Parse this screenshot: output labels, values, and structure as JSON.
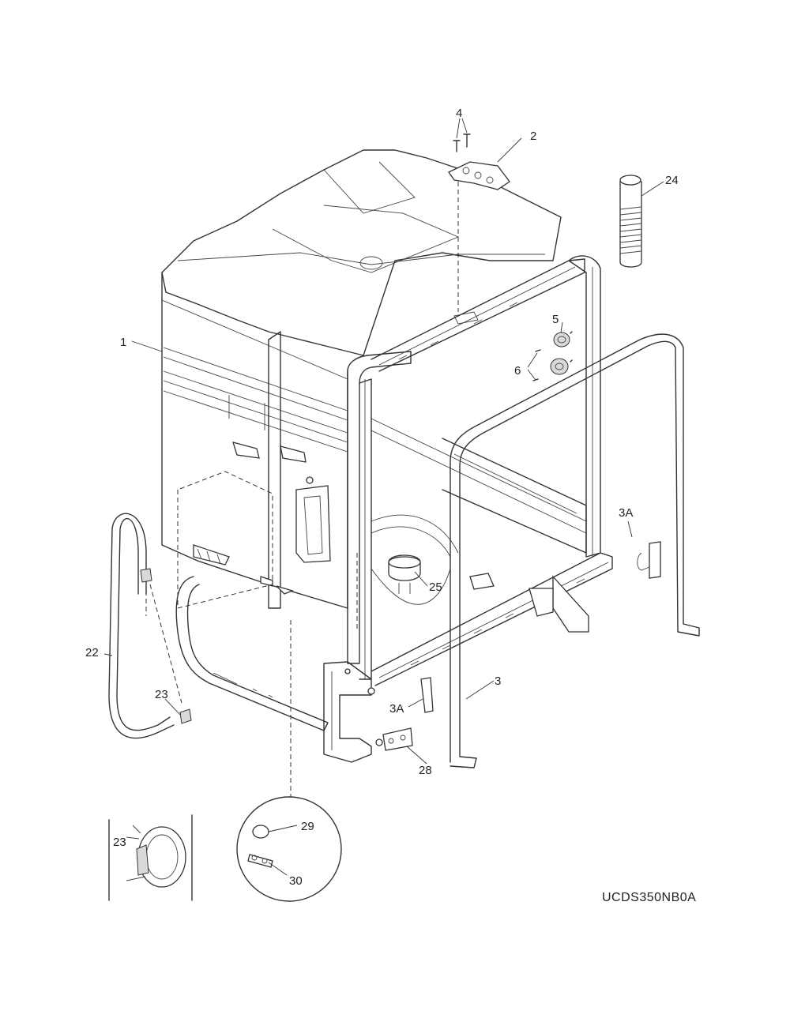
{
  "callouts": {
    "c1": "1",
    "c2": "2",
    "c3": "3",
    "c3a_right": "3A",
    "c3a_lower": "3A",
    "c4": "4",
    "c5": "5",
    "c6": "6",
    "c22": "22",
    "c23_main": "23",
    "c23_detail": "23",
    "c24": "24",
    "c25": "25",
    "c28": "28",
    "c29": "29",
    "c30": "30"
  },
  "diagram_code": "UCDS350NB0A"
}
